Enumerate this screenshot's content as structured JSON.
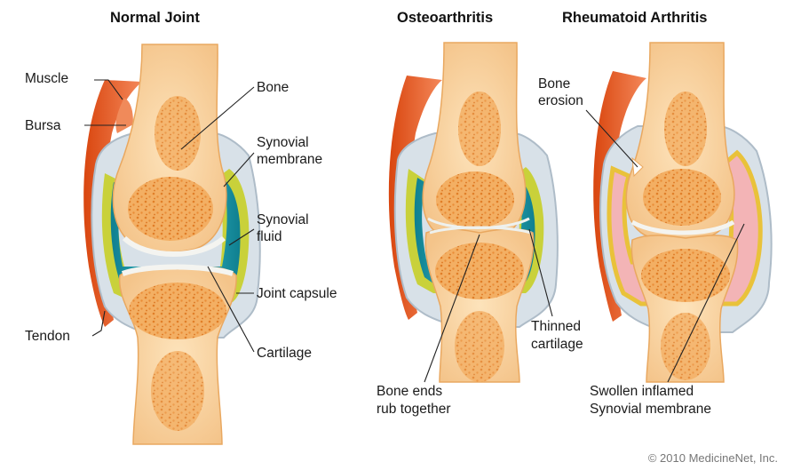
{
  "titles": {
    "normal": "Normal Joint",
    "osteo": "Osteoarthritis",
    "rheum": "Rheumatoid Arthritis"
  },
  "labels": {
    "muscle": "Muscle",
    "bursa": "Bursa",
    "tendon": "Tendon",
    "bone": "Bone",
    "synovial_membrane": [
      "Synovial",
      "membrane"
    ],
    "synovial_fluid": [
      "Synovial",
      "fluid"
    ],
    "joint_capsule": "Joint capsule",
    "cartilage": "Cartilage",
    "bone_ends_rub": [
      "Bone ends",
      "rub together"
    ],
    "thinned_cartilage": [
      "Thinned",
      "cartilage"
    ],
    "bone_erosion": [
      "Bone",
      "erosion"
    ],
    "swollen_membrane": [
      "Swollen inflamed",
      "Synovial membrane"
    ]
  },
  "copyright": "© 2010 MedicineNet, Inc.",
  "colors": {
    "bone": "#f6c98f",
    "marrow": "#e88a34",
    "fluid": "#1f9fb0",
    "membrane": "#c6cf3a",
    "muscle": "#e55b1c",
    "capsule": "#cfd9e2",
    "inflamed": "#f5b0b4"
  }
}
